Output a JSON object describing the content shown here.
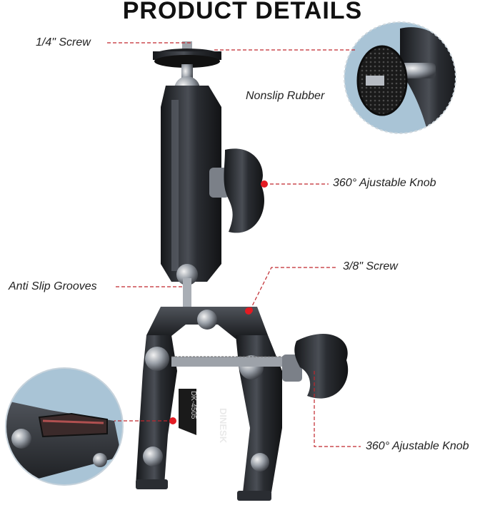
{
  "title": "PRODUCT DETAILS",
  "brand": "DINESK",
  "model": "DK-4505",
  "callouts": {
    "quarter_screw": "1/4\" Screw",
    "nonslip_rubber": "Nonslip Rubber",
    "knob_top": "360° Ajustable Knob",
    "three_eighth_screw": "3/8\" Screw",
    "anti_slip_grooves": "Anti Slip Grooves",
    "knob_bottom": "360° Ajustable Knob"
  },
  "colors": {
    "metal_dark": "#1c1e22",
    "metal_mid": "#3a3d43",
    "highlight": "#8a8f98",
    "accent_red": "#e31b23",
    "leader_line": "#c0262c",
    "zoom_bg": "#a9c4d6"
  }
}
